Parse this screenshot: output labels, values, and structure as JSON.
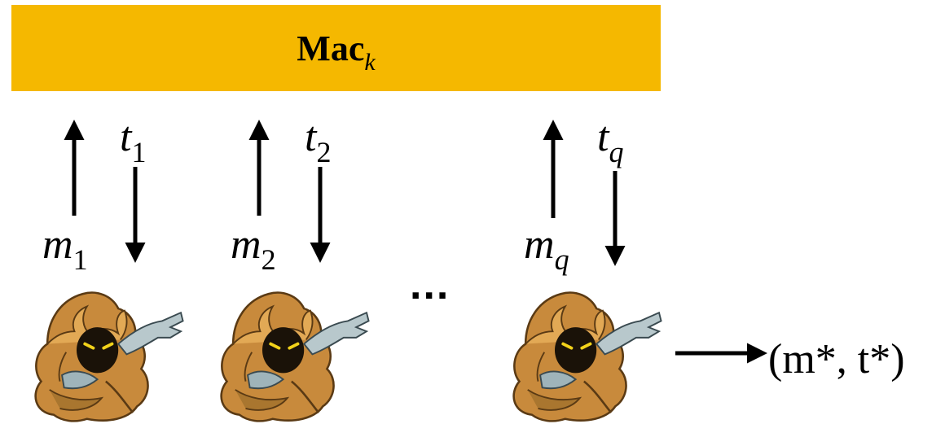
{
  "mac_oracle": {
    "label": "Mac",
    "subscript": "k",
    "fill_color": "#F5B800"
  },
  "queries": [
    {
      "message": "m",
      "message_sub": "1",
      "tag": "t",
      "tag_sub": "1"
    },
    {
      "message": "m",
      "message_sub": "2",
      "tag": "t",
      "tag_sub": "2"
    },
    {
      "message": "m",
      "message_sub": "q",
      "tag": "t",
      "tag_sub": "q"
    }
  ],
  "ellipsis": "...",
  "output": "(m*, t*)",
  "adversary_icon": "hooded-adversary-icon"
}
